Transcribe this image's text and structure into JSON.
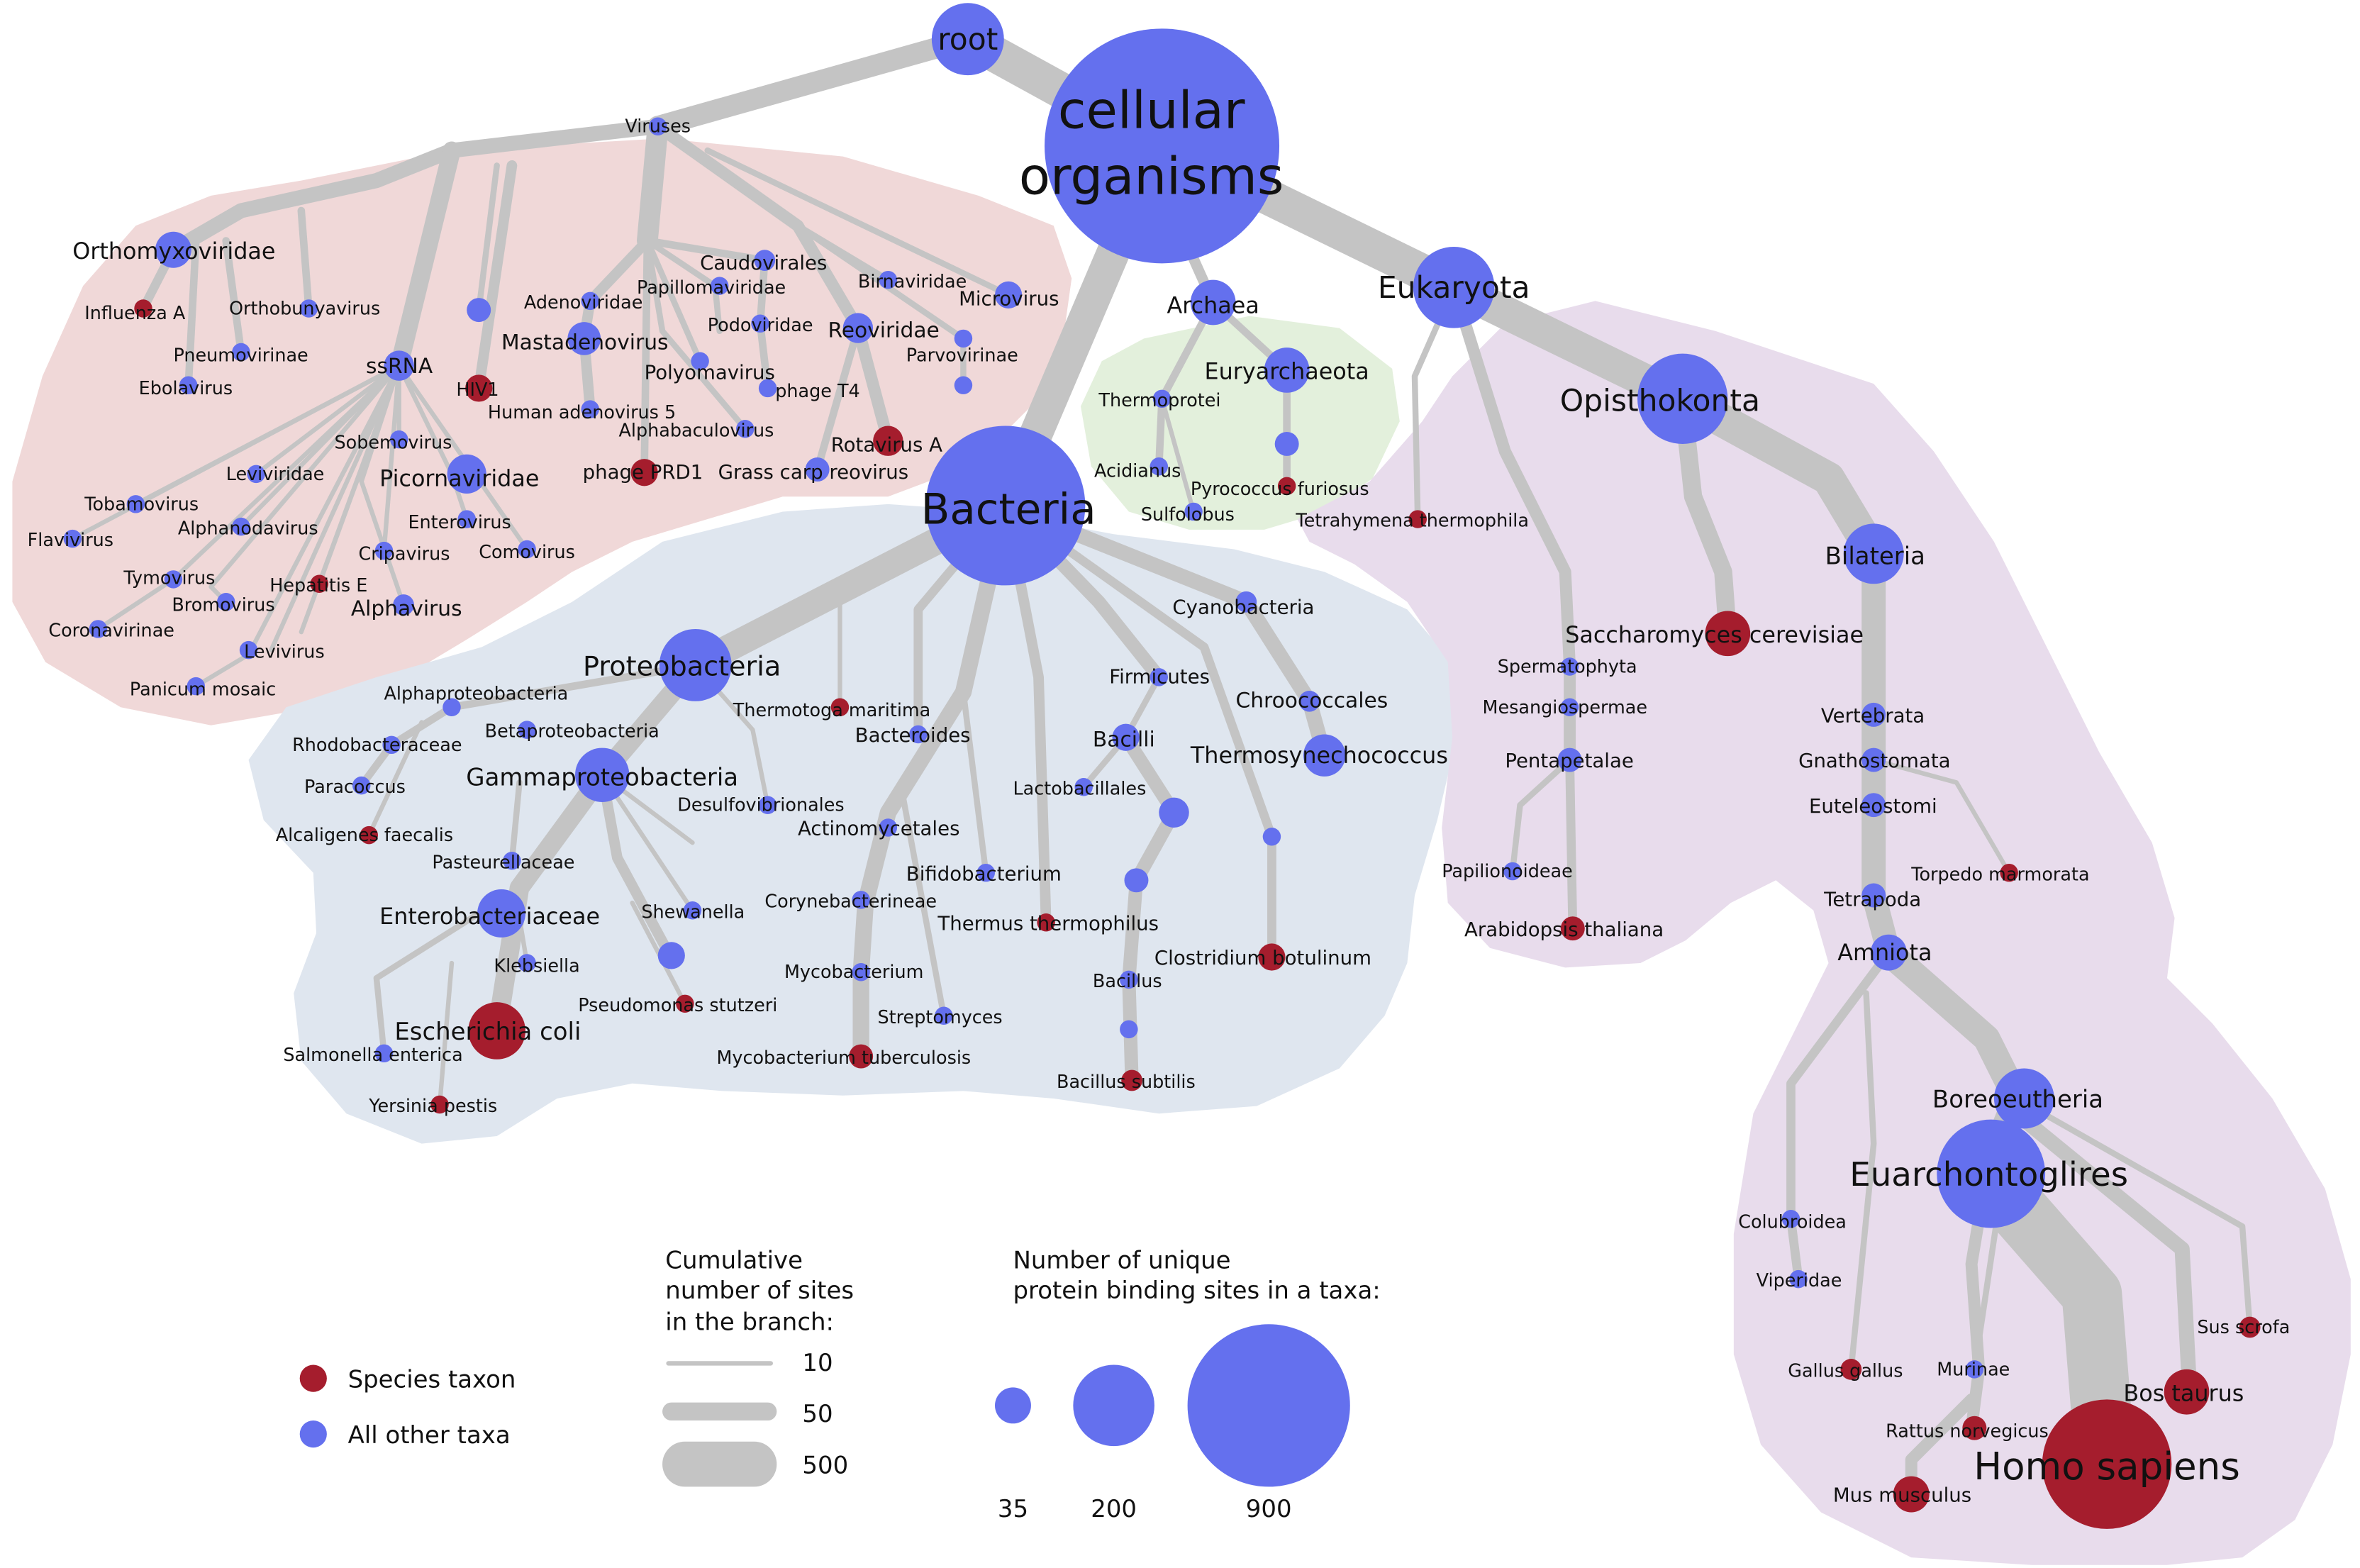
{
  "colors": {
    "species": "#a51d2d",
    "other": "#6470ee",
    "edge": "#c4c4c4",
    "region_viruses": "#f0d8d8",
    "region_bacteria": "#dfe6ef",
    "region_archaea": "#e3f0dc",
    "region_eukaryota": "#e8dcec"
  },
  "nodes": {
    "root": "root",
    "cellular": "cellular",
    "organisms": "organisms",
    "viruses": "Viruses",
    "orthomyxoviridae": "Orthomyxoviridae",
    "influenza_a": "Influenza A",
    "orthobunyavirus": "Orthobunyavirus",
    "pneumovirinae": "Pneumovirinae",
    "ebolavirus": "Ebolavirus",
    "ssrna": "ssRNA",
    "hiv1": "HIV1",
    "adenoviridae": "Adenoviridae",
    "mastadenovirus": "Mastadenovirus",
    "human_adenovirus_5": "Human adenovirus 5",
    "papillomaviridae": "Papillomaviridae",
    "caudovirales": "Caudovirales",
    "podoviridae": "Podoviridae",
    "polyomavirus": "Polyomavirus",
    "alphabaculovirus": "Alphabaculovirus",
    "phage_t4": "phage T4",
    "reoviridae": "Reoviridae",
    "birnaviridae": "Birnaviridae",
    "microvirus": "Microvirus",
    "parvovirinae": "Parvovirinae",
    "rotavirus_a": "Rotavirus A",
    "grass_carp_reovirus": "Grass carp reovirus",
    "phage_prd1": "phage PRD1",
    "sobemovirus": "Sobemovirus",
    "picornaviridae": "Picornaviridae",
    "enterovirus": "Enterovirus",
    "cripavirus": "Cripavirus",
    "comovirus": "Comovirus",
    "alphavirus": "Alphavirus",
    "hepatitis_e": "Hepatitis E",
    "leviviridae": "Leviviridae",
    "alphanodavirus": "Alphanodavirus",
    "tobamovirus": "Tobamovirus",
    "flavivirus": "Flavivirus",
    "tymovirus": "Tymovirus",
    "bromovirus": "Bromovirus",
    "coronavirinae": "Coronavirinae",
    "levivirus": "Levivirus",
    "panicum_mosaic": "Panicum mosaic",
    "archaea": "Archaea",
    "thermoprotei": "Thermoprotei",
    "acidianus": "Acidianus",
    "sulfolobus": "Sulfolobus",
    "euryarchaeota": "Euryarchaeota",
    "pyrococcus_furiosus": "Pyrococcus furiosus",
    "bacteria": "Bacteria",
    "proteobacteria": "Proteobacteria",
    "alphaproteobacteria": "Alphaproteobacteria",
    "rhodobacteraceae": "Rhodobacteraceae",
    "betaproteobacteria": "Betaproteobacteria",
    "paracoccus": "Paracoccus",
    "gammaproteobacteria": "Gammaproteobacteria",
    "alcaligenes_faecalis": "Alcaligenes faecalis",
    "pasteurellaceae": "Pasteurellaceae",
    "enterobacteriaceae": "Enterobacteriaceae",
    "klebsiella": "Klebsiella",
    "escherichia_coli": "Escherichia coli",
    "salmonella_enterica": "Salmonella enterica",
    "yersinia_pestis": "Yersinia pestis",
    "shewanella": "Shewanella",
    "pseudomonas_stutzeri": "Pseudomonas stutzeri",
    "desulfovibrionales": "Desulfovibrionales",
    "thermotoga_maritima": "Thermotoga maritima",
    "bacteroides": "Bacteroides",
    "actinomycetales": "Actinomycetales",
    "bifidobacterium": "Bifidobacterium",
    "corynebacterineae": "Corynebacterineae",
    "mycobacterium": "Mycobacterium",
    "mycobacterium_tuberculosis": "Mycobacterium tuberculosis",
    "streptomyces": "Streptomyces",
    "thermus_thermophilus": "Thermus thermophilus",
    "firmicutes": "Firmicutes",
    "bacilli": "Bacilli",
    "lactobacillales": "Lactobacillales",
    "bacillus": "Bacillus",
    "bacillus_subtilis": "Bacillus subtilis",
    "clostridium_botulinum": "Clostridium botulinum",
    "cyanobacteria": "Cyanobacteria",
    "chroococcales": "Chroococcales",
    "thermosynechococcus": "Thermosynechococcus",
    "eukaryota": "Eukaryota",
    "tetrahymena_thermophila": "Tetrahymena thermophila",
    "spermatophyta": "Spermatophyta",
    "mesangiospermae": "Mesangiospermae",
    "pentapetalae": "Pentapetalae",
    "papilionoideae": "Papilionoideae",
    "arabidopsis_thaliana": "Arabidopsis thaliana",
    "opisthokonta": "Opisthokonta",
    "saccharomyces_cerevisiae": "Saccharomyces cerevisiae",
    "bilateria": "Bilateria",
    "vertebrata": "Vertebrata",
    "gnathostomata": "Gnathostomata",
    "euteleostomi": "Euteleostomi",
    "torpedo_marmorata": "Torpedo marmorata",
    "tetrapoda": "Tetrapoda",
    "amniota": "Amniota",
    "boreoeutheria": "Boreoeutheria",
    "euarchontoglires": "Euarchontoglires",
    "colubroidea": "Colubroidea",
    "viperidae": "Viperidae",
    "gallus_gallus": "Gallus gallus",
    "murinae": "Murinae",
    "rattus_norvegicus": "Rattus norvegicus",
    "mus_musculus": "Mus musculus",
    "homo_sapiens": "Homo sapiens",
    "bos_taurus": "Bos taurus",
    "sus_scrofa": "Sus scrofa"
  },
  "legend": {
    "species_label": "Species taxon",
    "other_label": "All other taxa",
    "edge_title_1": "Cumulative",
    "edge_title_2": "number of sites",
    "edge_title_3": "in the branch:",
    "edge_values": [
      "10",
      "50",
      "500"
    ],
    "size_title_1": "Number of unique",
    "size_title_2": "protein binding sites in a taxa:",
    "size_values": [
      "35",
      "200",
      "900"
    ]
  }
}
